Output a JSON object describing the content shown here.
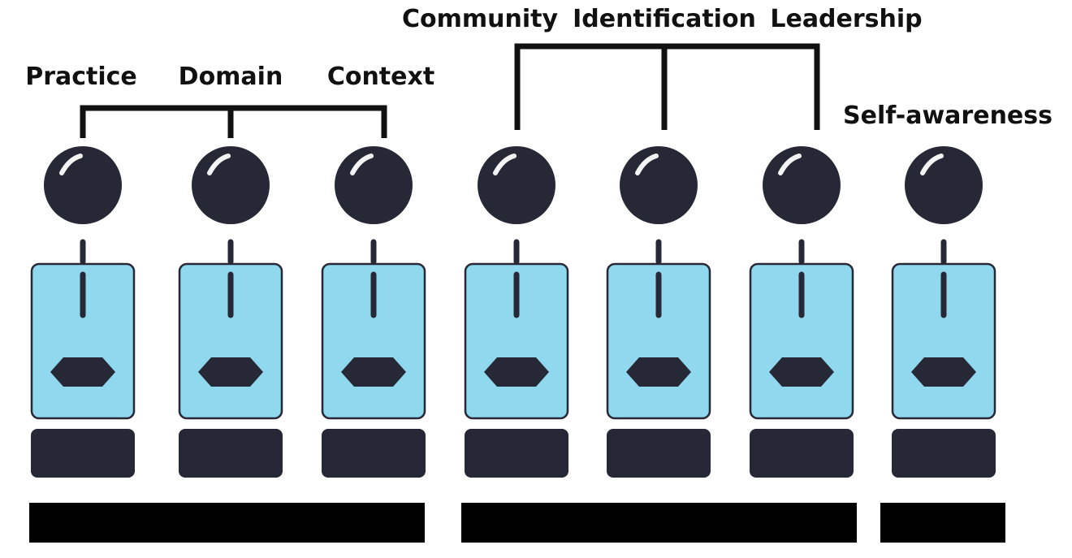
{
  "labels": {
    "practice": "Practice",
    "domain": "Domain",
    "context": "Context",
    "community": "Community",
    "identification": "Identification",
    "leadership": "Leadership",
    "self_awareness": "Self-awareness"
  },
  "colors": {
    "figure_dark": "#272836",
    "body_fill": "#8fd8ee",
    "bar_black": "#000000",
    "bracket": "#111111"
  },
  "structure": {
    "figure_count": 7,
    "bracket_groups": [
      [
        "Practice",
        "Domain",
        "Context"
      ],
      [
        "Community",
        "Identification",
        "Leadership"
      ]
    ],
    "base_bar_groups": [
      3,
      3,
      1
    ]
  }
}
